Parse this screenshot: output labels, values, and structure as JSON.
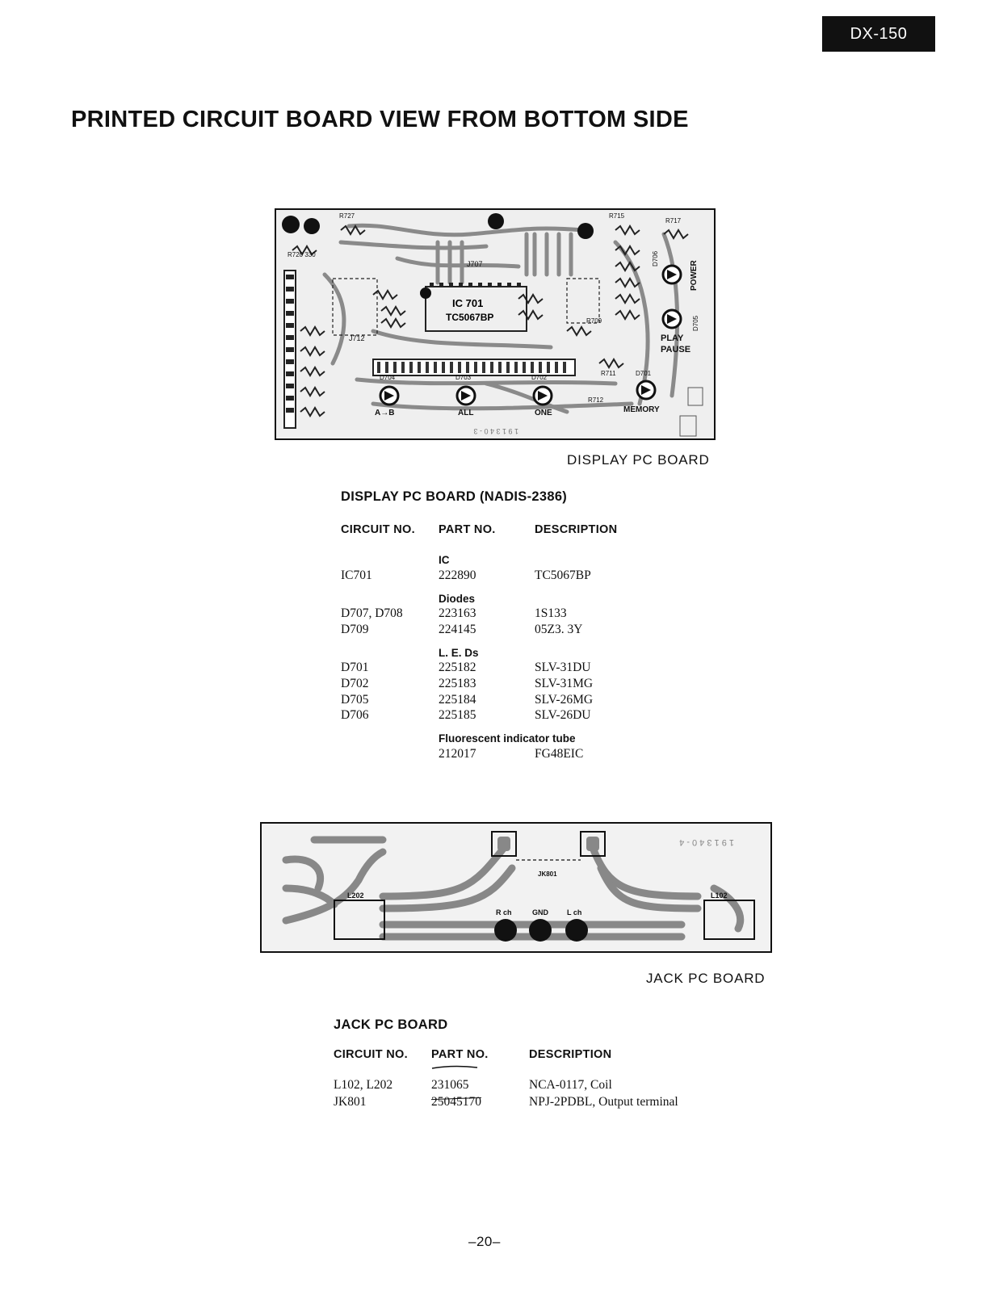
{
  "header": {
    "model": "DX-150",
    "heading": "PRINTED CIRCUIT BOARD VIEW FROM BOTTOM SIDE"
  },
  "display_board_photo": {
    "caption": "DISPLAY PC BOARD",
    "labels": {
      "r727": "R727",
      "r720": "R720 330",
      "ic": "IC 701",
      "ic_part": "TC5067BP",
      "j707": "J707",
      "j712": "J712",
      "d706": "D706",
      "d705": "D705",
      "power": "POWER",
      "play": "PLAY",
      "pause": "PAUSE",
      "memory": "MEMORY",
      "all": "ALL",
      "one": "ONE",
      "ab": "A→B",
      "d704": "D704",
      "d703": "D703",
      "d702": "D702",
      "d701": "D701",
      "r715": "R715",
      "r717": "R717",
      "r709": "R709",
      "r711": "R711",
      "r712": "R712",
      "serial": "1 9 1 3 4 0 - 3"
    }
  },
  "display_table": {
    "title": "DISPLAY PC BOARD (NADIS-2386)",
    "headers": {
      "circuit": "CIRCUIT NO.",
      "part": "PART NO.",
      "description": "DESCRIPTION"
    },
    "groups": {
      "ic": "IC",
      "diodes": "Diodes",
      "leds": "L. E. Ds",
      "fluor": "Fluorescent indicator tube"
    },
    "ic_rows": [
      {
        "circuit": "IC701",
        "part": "222890",
        "description": "TC5067BP"
      }
    ],
    "diode_rows": [
      {
        "circuit": "D707, D708",
        "part": "223163",
        "description": "1S133"
      },
      {
        "circuit": "D709",
        "part": "224145",
        "description": "05Z3. 3Y"
      }
    ],
    "led_rows": [
      {
        "circuit": "D701",
        "part": "225182",
        "description": "SLV-31DU"
      },
      {
        "circuit": "D702",
        "part": "225183",
        "description": "SLV-31MG"
      },
      {
        "circuit": "D705",
        "part": "225184",
        "description": "SLV-26MG"
      },
      {
        "circuit": "D706",
        "part": "225185",
        "description": "SLV-26DU"
      }
    ],
    "fluor_rows": [
      {
        "circuit": "",
        "part": "212017",
        "description": "FG48EIC"
      }
    ]
  },
  "jack_board_photo": {
    "caption": "JACK PC BOARD",
    "labels": {
      "jk801": "JK801",
      "l202": "L202",
      "l102": "L102",
      "rch": "R ch",
      "gnd": "GND",
      "lch": "L ch",
      "serial": "1 9 1 3 4 0 - 4"
    }
  },
  "jack_table": {
    "title": "JACK PC BOARD",
    "headers": {
      "circuit": "CIRCUIT NO.",
      "part": "PART NO.",
      "description": "DESCRIPTION"
    },
    "rows": [
      {
        "circuit": "L102, L202",
        "part": "231065",
        "description": "NCA-0117, Coil"
      },
      {
        "circuit": "JK801",
        "part": "25045170",
        "description": "NPJ-2PDBL, Output terminal"
      }
    ]
  },
  "footer": {
    "page": "–20–"
  }
}
